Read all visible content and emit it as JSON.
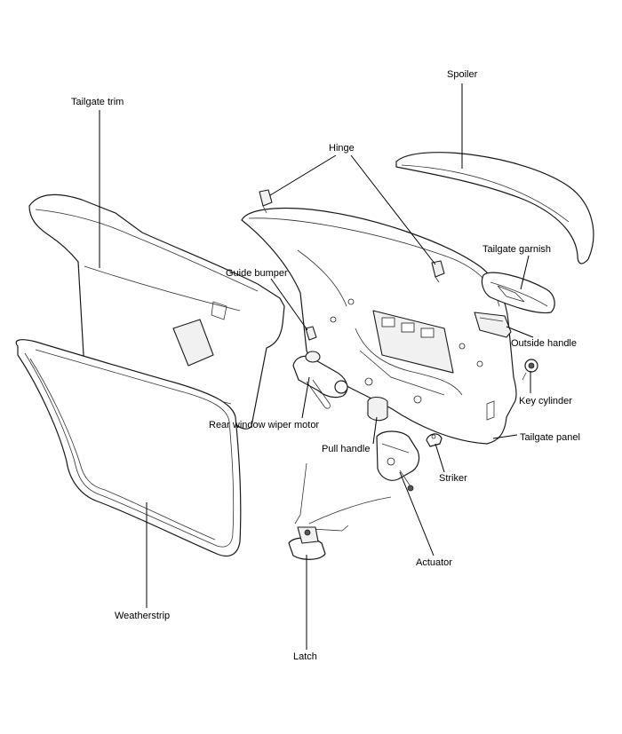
{
  "labels": {
    "spoiler": "Spoiler",
    "tailgate_trim": "Tailgate trim",
    "hinge": "Hinge",
    "tailgate_garnish": "Tailgate garnish",
    "guide_bumper": "Guide bumper",
    "outside_handle": "Outside handle",
    "key_cylinder": "Key cylinder",
    "rear_window_wiper_motor": "Rear window wiper motor",
    "pull_handle": "Pull handle",
    "tailgate_panel": "Tailgate panel",
    "striker": "Striker",
    "actuator": "Actuator",
    "weatherstrip": "Weatherstrip",
    "latch": "Latch"
  }
}
